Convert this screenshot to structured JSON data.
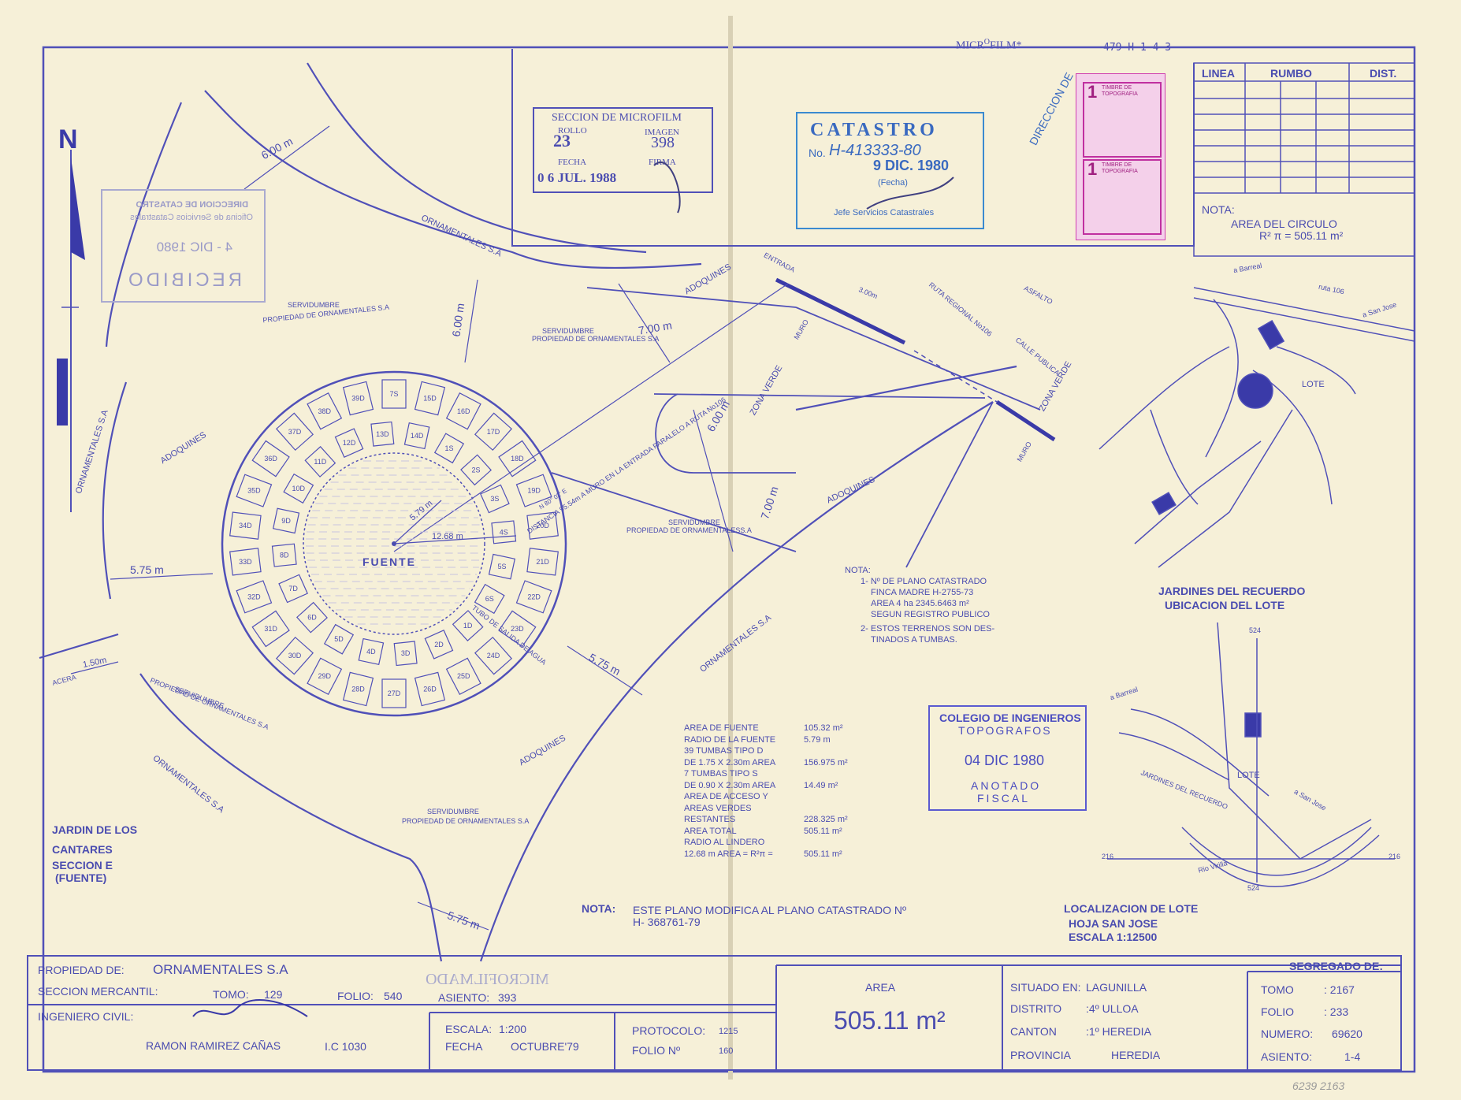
{
  "header": {
    "microfilm": "MICR",
    "microfilm_sup": "O",
    "microfilm_rest": "FILM*",
    "ref": "479-H-1-4-3"
  },
  "rumbo_table": {
    "col1": "LINEA",
    "col2": "RUMBO",
    "col3": "DIST."
  },
  "nota_circle": {
    "label": "NOTA:",
    "text": "AREA DEL CIRCULO",
    "formula": "R² π = 505.11 m²"
  },
  "stamp_microfilm": {
    "title": "SECCION DE MICROFILM",
    "rollo_label": "ROLLO",
    "rollo": "23",
    "imagen_label": "IMAGEN",
    "imagen": "398",
    "fecha_label": "FECHA",
    "firma_label": "FIRMA",
    "fecha": "0 6 JUL. 1988"
  },
  "stamp_catastro": {
    "title": "CATASTRO",
    "no_label": "No.",
    "no": "H-413333-80",
    "fecha": "9 DIC. 1980",
    "fecha_label": "(Fecha)",
    "footer": "Jefe Servicios Catastrales"
  },
  "stamp_direccion": {
    "text": "DIRECCION DE"
  },
  "stamp_timbre": {
    "value": "1",
    "label": "TIMBRE DE TOPOGRAFIA"
  },
  "stamp_recibido": {
    "l1": "DIRECCION DE CATASTRO",
    "l2": "Oficina de Servicios Catastrales",
    "fecha": "4 - DIC 1980",
    "recibido": "RECIBIDO"
  },
  "stamp_colegio": {
    "l1": "COLEGIO DE INGENIEROS",
    "l2": "TOPOGRAFOS",
    "fecha": "04 DIC 1980",
    "l3": "ANOTADO",
    "l4": "FISCAL"
  },
  "plan": {
    "north": "N",
    "fuente": "FUENTE",
    "radius1": "5.79 m",
    "radius2": "12.68 m",
    "labels": {
      "ornamentales_1": "ORNAMENTALES S.A",
      "ornamentales_2": "ORNAMENTALES S.A",
      "ornamentales_3": "ORNAMENTALES S.A",
      "ornamentales_4": "ORNAMENTALES S.A",
      "servidumbre": "SERVIDUMBRE",
      "propiedad": "PROPIEDAD DE ORNAMENTALES S.A",
      "propiedad_s": "PROPIEDAD DE ORNAMENTALESS.A",
      "adoquines": "ADOQUINES",
      "dim_600": "6.00 m",
      "dim_700": "7.00 m",
      "dim_575": "5.75 m",
      "dim_150": "1.50m",
      "acera": "ACERA",
      "zona_verde": "ZONA VERDE",
      "muro": "MURO",
      "entrada": "ENTRADA",
      "ruta": "RUTA REGIONAL No106",
      "calle": "CALLE PUBLICA",
      "asfalto": "ASFALTO",
      "dim_300": "3.00m",
      "distancia": "DISTANCIA 95.54m A MURO EN LA ENTRADA PARALELO A RUTA No106",
      "rumbo_ref": "N 80° 02' E",
      "tubo": "TUBO DE SALIDA DE AGUA"
    },
    "tombs_outer": [
      "7S",
      "15D",
      "16D",
      "17D",
      "18D",
      "19D",
      "20D",
      "21D",
      "22D",
      "23D",
      "24D",
      "25D",
      "26D",
      "27D",
      "28D",
      "29D",
      "30D",
      "31D",
      "32D",
      "33D",
      "34D",
      "35D",
      "36D",
      "37D",
      "38D",
      "39D"
    ],
    "tombs_inner": [
      "14D",
      "1S",
      "2S",
      "3S",
      "4S",
      "5S",
      "6S",
      "1D",
      "2D",
      "3D",
      "4D",
      "5D",
      "6D",
      "7D",
      "8D",
      "9D",
      "10D",
      "11D",
      "12D",
      "13D"
    ]
  },
  "notes": {
    "nota_label": "NOTA:",
    "n1": "1- Nº DE PLANO CATASTRADO",
    "n1b": "FINCA MADRE H-2755-73",
    "n1c": "AREA 4 ha 2345.6463 m²",
    "n1d": "SEGUN REGISTRO PUBLICO",
    "n2": "2- ESTOS TERRENOS SON DES-",
    "n2b": "TINADOS A TUMBAS."
  },
  "areas": [
    {
      "label": "AREA DE FUENTE",
      "value": "105.32 m²"
    },
    {
      "label": "RADIO DE LA FUENTE",
      "value": "5.79 m"
    },
    {
      "label": "39 TUMBAS TIPO D",
      "value": ""
    },
    {
      "label": "DE 1.75 X 2.30m AREA",
      "value": "156.975 m²"
    },
    {
      "label": "7 TUMBAS TIPO S",
      "value": ""
    },
    {
      "label": "DE 0.90 X 2.30m AREA",
      "value": "14.49 m²"
    },
    {
      "label": "AREA DE ACCESO Y",
      "value": ""
    },
    {
      "label": "AREAS VERDES",
      "value": ""
    },
    {
      "label": "RESTANTES",
      "value": "228.325 m²"
    },
    {
      "label": "AREA TOTAL",
      "value": "505.11 m²"
    },
    {
      "label": "RADIO AL LINDERO",
      "value": ""
    },
    {
      "label": "12.68 m AREA = R²π =",
      "value": "505.11 m²"
    }
  ],
  "nota_plano": {
    "label": "NOTA:",
    "l1": "ESTE PLANO MODIFICA AL PLANO CATASTRADO Nº",
    "l2": "H- 368761-79"
  },
  "jardin": {
    "l1": "JARDIN DE LOS",
    "l2": "CANTARES",
    "l3": "SECCION E",
    "l4": "(FUENTE)"
  },
  "location": {
    "title1": "JARDINES DEL RECUERDO",
    "title2": "UBICACION DEL LOTE",
    "lote": "LOTE",
    "barreal": "a Barreal",
    "ruta106": "ruta 106",
    "sanjose": "a San Jose",
    "loc_title": "LOCALIZACION DE LOTE",
    "hoja": "HOJA SAN JOSE",
    "escala": "ESCALA 1:12500",
    "jardines_del_recuerdo": "JARDINES DEL RECUERDO",
    "rio": "Rio Virilla",
    "grid_24": "524",
    "grid_16": "216"
  },
  "footer": {
    "propiedad_label": "PROPIEDAD DE:",
    "propiedad": "ORNAMENTALES S.A",
    "seccion_label": "SECCION MERCANTIL:",
    "tomo_label": "TOMO:",
    "tomo": "129",
    "folio_label": "FOLIO:",
    "folio": "540",
    "asiento_label": "ASIENTO:",
    "asiento": "393",
    "ingeniero_label": "INGENIERO CIVIL:",
    "ingeniero": "RAMON RAMIREZ CAÑAS",
    "ic": "I.C 1030",
    "escala_label": "ESCALA:",
    "escala": "1:200",
    "fecha_label": "FECHA",
    "fecha": "OCTUBRE'79",
    "protocolo_label": "PROTOCOLO:",
    "protocolo": "1215",
    "folio_no_label": "FOLIO Nº",
    "folio_no": "160",
    "area_label": "AREA",
    "area": "505.11 m²",
    "situado_label": "SITUADO EN:",
    "situado": "LAGUNILLA",
    "distrito_label": "DISTRITO",
    "distrito": ":4º ULLOA",
    "canton_label": "CANTON",
    "canton": ":1º HEREDIA",
    "provincia_label": "PROVINCIA",
    "provincia": "HEREDIA",
    "segregado_label": "SEGREGADO DE:",
    "s_tomo_label": "TOMO",
    "s_tomo": ": 2167",
    "s_folio_label": "FOLIO",
    "s_folio": ": 233",
    "s_numero_label": "NUMERO:",
    "s_numero": "69620",
    "s_asiento_label": "ASIENTO:",
    "s_asiento": "1-4",
    "stamp_microfilmado": "MICROFILMADO",
    "handwritten_code": "6239 2163"
  }
}
